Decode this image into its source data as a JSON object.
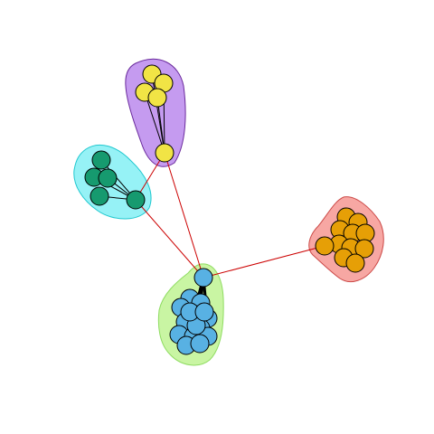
{
  "diagram": {
    "type": "network-graph-with-community-hulls",
    "edge_color": "#cc0000",
    "intra_edge_color": "#000000",
    "node_stroke": "#000000",
    "clusters": [
      {
        "id": "purple",
        "fill": "#c59bf0",
        "stroke": "#6a2a9c",
        "node_color": "#f1e445",
        "node_count": 6
      },
      {
        "id": "cyan",
        "fill": "#96f2f6",
        "stroke": "#20c8cf",
        "node_color": "#169a6f",
        "node_count": 5
      },
      {
        "id": "blue",
        "fill": "#c9f5a3",
        "stroke": "#8fdc62",
        "node_color": "#58b1e3",
        "node_count": 17
      },
      {
        "id": "red",
        "fill": "#f7a7a3",
        "stroke": "#cc4a48",
        "node_color": "#e69f06",
        "node_count": 11
      }
    ],
    "inter_cluster_links": [
      {
        "from": "purple",
        "to": "blue"
      },
      {
        "from": "purple",
        "to": "cyan"
      },
      {
        "from": "cyan",
        "to": "blue"
      },
      {
        "from": "blue",
        "to": "red"
      }
    ]
  }
}
